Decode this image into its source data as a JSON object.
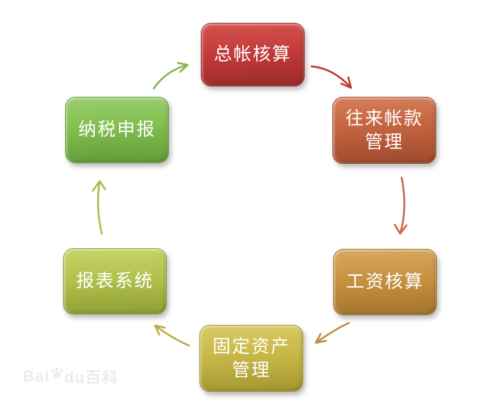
{
  "diagram": {
    "type": "cycle",
    "direction": "clockwise",
    "nodes": [
      {
        "id": "zongzhang-hesuan",
        "label": "总帐核算",
        "color": "#c23a3a",
        "color_light": "#d4534f",
        "color_dark": "#9c2b2b"
      },
      {
        "id": "wanglai-zhangkuan",
        "label": "往来帐款\n管理",
        "color": "#c3623e",
        "color_light": "#d57e5a",
        "color_dark": "#9d4a2d"
      },
      {
        "id": "gongzi-hesuan",
        "label": "工资核算",
        "color": "#c6913f",
        "color_light": "#d7a95f",
        "color_dark": "#a2742e"
      },
      {
        "id": "guding-zichan",
        "label": "固定资产\n管理",
        "color": "#c6b745",
        "color_light": "#d9cb66",
        "color_dark": "#a39630"
      },
      {
        "id": "baobiao-xitong",
        "label": "报表系统",
        "color": "#b1c14a",
        "color_light": "#c6d46c",
        "color_dark": "#8f9e34"
      },
      {
        "id": "nashui-shenbao",
        "label": "纳税申报",
        "color": "#80bd4e",
        "color_light": "#9ace6c",
        "color_dark": "#649a3a"
      }
    ],
    "arrows": [
      {
        "from": "总帐核算",
        "to": "往来帐款管理",
        "color": "#c03a31"
      },
      {
        "from": "往来帐款管理",
        "to": "工资核算",
        "color": "#c9684a"
      },
      {
        "from": "工资核算",
        "to": "固定资产管理",
        "color": "#c48e4d"
      },
      {
        "from": "固定资产管理",
        "to": "报表系统",
        "color": "#bfab49"
      },
      {
        "from": "报表系统",
        "to": "纳税申报",
        "color": "#a9bd4d"
      },
      {
        "from": "纳税申报",
        "to": "总帐核算",
        "color": "#84b94f"
      }
    ]
  },
  "watermark": {
    "text_left": "Bai",
    "text_right": "du百科",
    "icon": "baidu-paw-icon"
  }
}
